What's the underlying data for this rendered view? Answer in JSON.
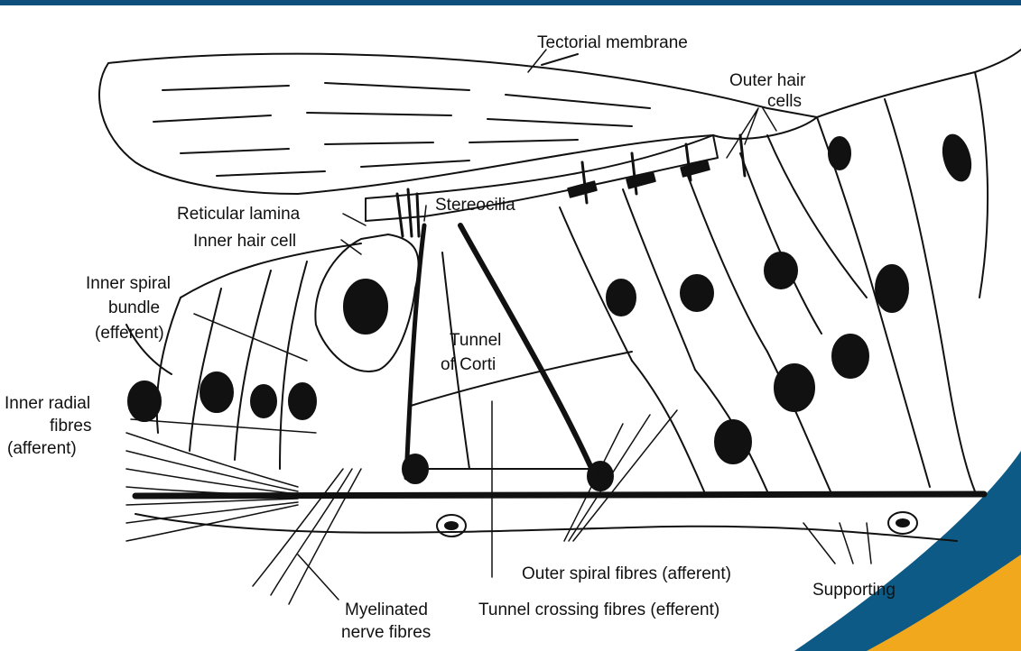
{
  "colors": {
    "top_bar": "#0d4f7a",
    "corner_blue": "#0d5a86",
    "corner_orange": "#f2a81d",
    "ink": "#111111"
  },
  "labels": {
    "tectorial_membrane": "Tectorial membrane",
    "outer_hair_cells_line1": "Outer hair",
    "outer_hair_cells_line2": "cells",
    "stereocilia": "Stereocilia",
    "reticular_lamina": "Reticular lamina",
    "inner_hair_cell": "Inner hair cell",
    "inner_spiral_line1": "Inner spiral",
    "inner_spiral_line2": "bundle",
    "inner_spiral_line3": "(efferent)",
    "tunnel_line1": "Tunnel",
    "tunnel_line2": "of Corti",
    "inner_radial_line1": "Inner radial",
    "inner_radial_line2": "fibres",
    "inner_radial_line3": "(afferent)",
    "outer_spiral": "Outer spiral fibres (afferent)",
    "supporting": "Supporting",
    "myelinated_line1": "Myelinated",
    "myelinated_line2": "nerve fibres",
    "tunnel_crossing": "Tunnel crossing fibres (efferent)"
  }
}
